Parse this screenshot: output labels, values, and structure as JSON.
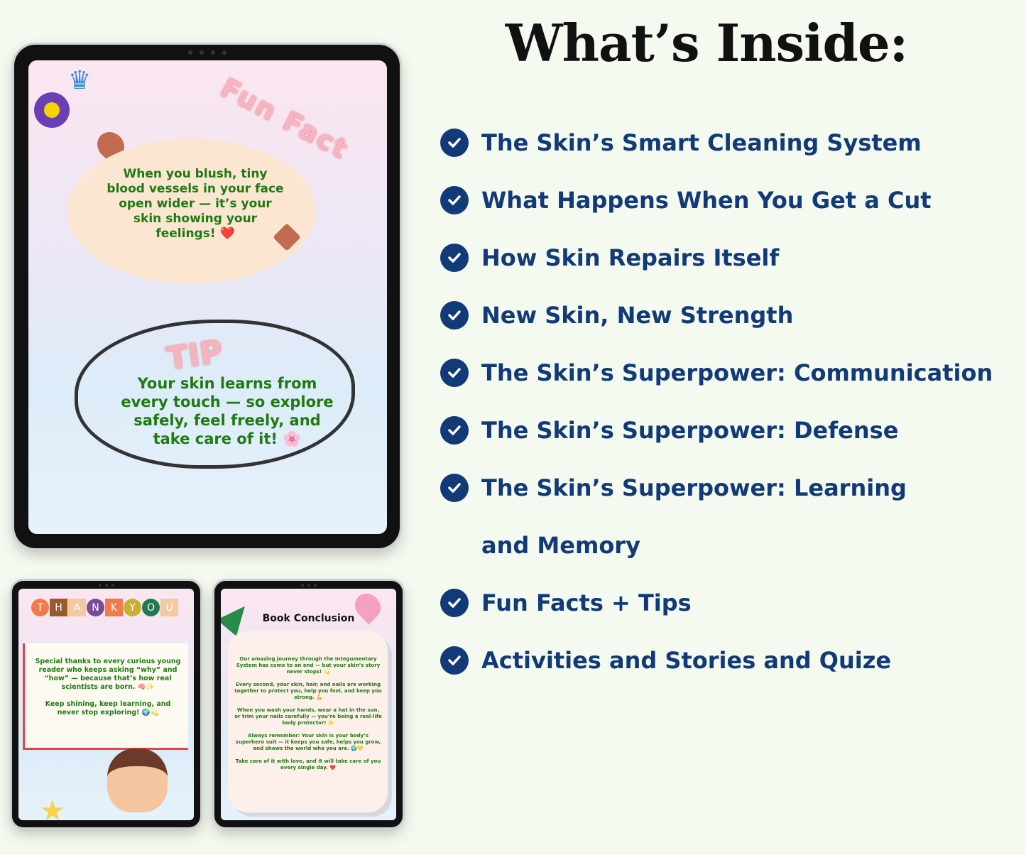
{
  "heading": "What’s Inside:",
  "contents": [
    "The Skin’s Smart Cleaning System",
    "What Happens When You Get a Cut",
    "How Skin Repairs Itself",
    "New Skin, New Strength",
    "The Skin’s Superpower: Communication",
    "The Skin’s Superpower: Defense",
    "The Skin’s Superpower: Learning",
    "and Memory",
    "Fun Facts + Tips",
    "Activities and Stories and Quize"
  ],
  "colors": {
    "background": "#f4faf0",
    "list_text": "#123a78",
    "page_text": "#1f7a12",
    "fun_fact_title": "#f2a0a8"
  },
  "main_page": {
    "fun_fact_title": "Fun Fact",
    "fun_fact_text": "When you blush, tiny blood vessels in your face open wider — it’s your skin showing your feelings! ❤️",
    "tip_title": "TIP",
    "tip_text": "Your skin learns from every touch — so explore safely, feel freely, and take care of it! 🌸"
  },
  "thank_you_page": {
    "letters": [
      "T",
      "H",
      "A",
      "N",
      "K",
      "Y",
      "O",
      "U"
    ],
    "text1": "Special thanks to every curious young reader who keeps asking “why” and “how” — because that’s how real scientists are born. 🧠✨",
    "text2": "Keep shining, keep learning, and never stop exploring! 🌍💫"
  },
  "conclusion_page": {
    "title": "Book Conclusion",
    "paragraphs": [
      "Our amazing journey through the Integumentary System has come to an end — but your skin’s story never stops! 💫",
      "Every second, your skin, hair, and nails are working together to protect you, help you feel, and keep you strong. 💪",
      "When you wash your hands, wear a hat in the sun, or trim your nails carefully — you’re being a real-life body protector! 🌟",
      "Always remember: Your skin is your body’s superhero suit — it keeps you safe, helps you grow, and shows the world who you are. 🌍💛",
      "Take care of it with love, and it will take care of you every single day. ❤️"
    ]
  }
}
